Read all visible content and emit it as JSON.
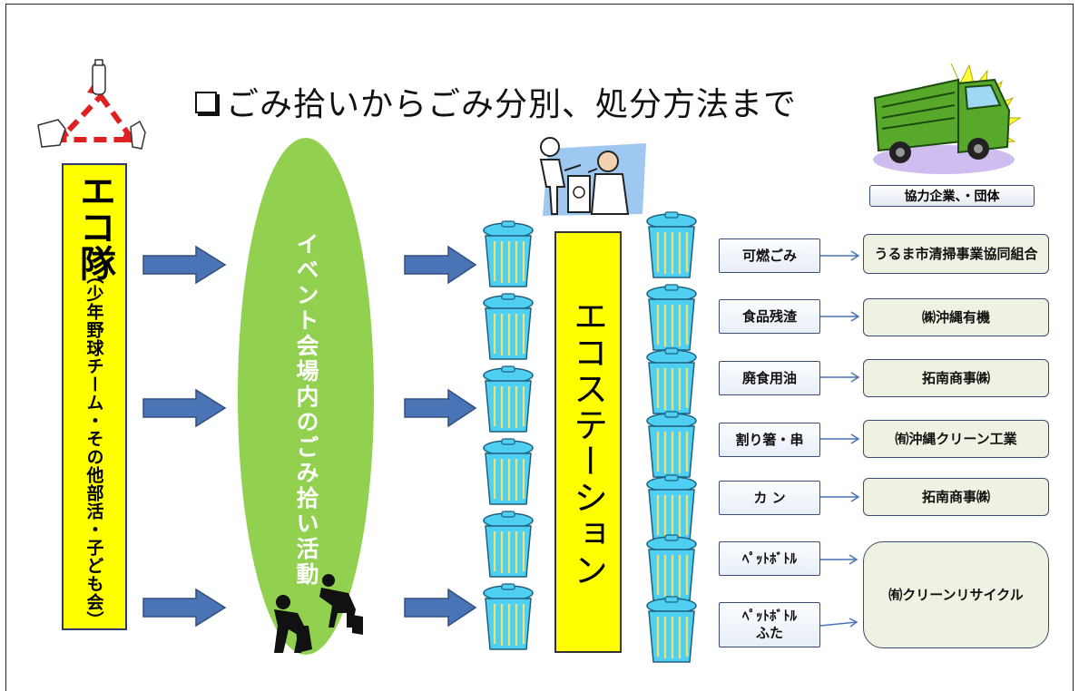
{
  "title": "ごみ拾いからごみ分別、処分方法まで",
  "eco_team": {
    "main": "エコ隊",
    "sub": "（少年野球チーム・その他部活・子ども会）"
  },
  "activity": "イベント会場内のごみ拾い活動",
  "station": "エコステーション",
  "cooperation_label": "協力企業、・団体",
  "categories": [
    "可燃ごみ",
    "食品残渣",
    "廃食用油",
    "割り箸・串",
    "カ ン",
    "ﾍﾟｯﾄﾎﾞﾄﾙ",
    "ﾍﾟｯﾄﾎﾞﾄﾙ\nふた"
  ],
  "companies": [
    "うるま市清掃事業協同組合",
    "㈱沖縄有機",
    "拓南商事㈱",
    "㈲沖縄クリーン工業",
    "拓南商事㈱",
    "㈲クリーンリサイクル"
  ],
  "colors": {
    "yellow": "#ffff00",
    "green": "#92d050",
    "arrow": "#4a74b5",
    "bin": "#4fd0f2",
    "truck": "#58a82b"
  },
  "icons": [
    "recycle-icon",
    "truck-icon",
    "handover-people-icon",
    "trash-bin-icon",
    "cleanup-workers-icon"
  ]
}
